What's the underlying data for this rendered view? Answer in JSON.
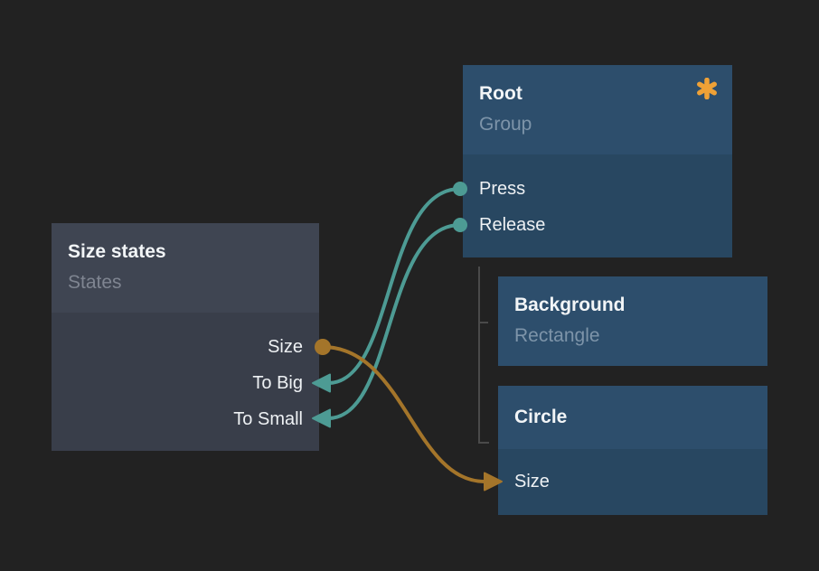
{
  "canvas": {
    "background_color": "#222222",
    "wire_teal": "#4d9b94",
    "wire_orange": "#a4752a",
    "hierarchy_line_color": "#4a4a4a",
    "badge_color": "#efa136"
  },
  "nodes": {
    "size_states": {
      "title": "Size states",
      "subtitle": "States",
      "ports": [
        {
          "label": "Size",
          "side": "right",
          "kind": "output",
          "color": "#a4752a"
        },
        {
          "label": "To Big",
          "side": "right",
          "kind": "input",
          "color": "#4d9b94"
        },
        {
          "label": "To Small",
          "side": "right",
          "kind": "input",
          "color": "#4d9b94"
        }
      ]
    },
    "root": {
      "title": "Root",
      "subtitle": "Group",
      "badge": "asterisk-icon",
      "ports": [
        {
          "label": "Press",
          "side": "left",
          "kind": "output",
          "color": "#4d9b94"
        },
        {
          "label": "Release",
          "side": "left",
          "kind": "output",
          "color": "#4d9b94"
        }
      ]
    },
    "background": {
      "title": "Background",
      "subtitle": "Rectangle",
      "ports": []
    },
    "circle": {
      "title": "Circle",
      "ports": [
        {
          "label": "Size",
          "side": "left",
          "kind": "input",
          "color": "#a4752a"
        }
      ]
    }
  },
  "connections": [
    {
      "from": "Root.Press",
      "to": "Size states.To Big",
      "color": "#4d9b94"
    },
    {
      "from": "Root.Release",
      "to": "Size states.To Small",
      "color": "#4d9b94"
    },
    {
      "from": "Size states.Size",
      "to": "Circle.Size",
      "color": "#a4752a"
    }
  ],
  "hierarchy": [
    {
      "parent": "Root",
      "child": "Background"
    },
    {
      "parent": "Root",
      "child": "Circle"
    }
  ]
}
